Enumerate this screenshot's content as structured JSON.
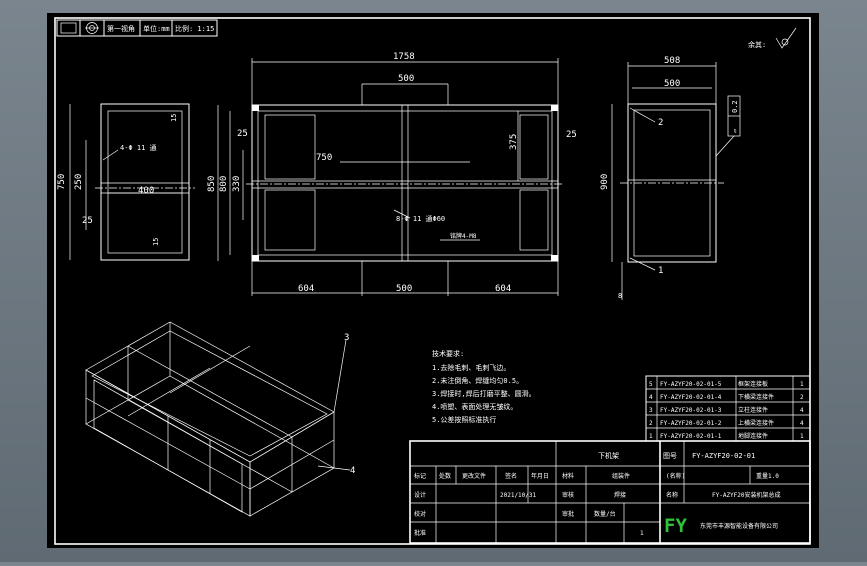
{
  "header_box": {
    "view_label": "第一视角",
    "unit_label": "单位:mm",
    "scale_label": "比例: 1:15"
  },
  "roughness_label": "余其:",
  "front_view": {
    "overall_width": "1758",
    "center_span_top": "500",
    "inner_dim_750": "750",
    "dim_375": "375",
    "left_25": "25",
    "right_25": "25",
    "height_850": "850",
    "height_800": "800",
    "height_330": "330",
    "bottom_604_left": "604",
    "bottom_500": "500",
    "bottom_604_right": "604",
    "hole_note": "8-Φ 11 通Φ60",
    "tag_note": "铭牌4-M8"
  },
  "left_view": {
    "height_750": "750",
    "height_250": "250",
    "width_400": "400",
    "dim_25": "25",
    "dim_15_top": "15",
    "dim_15_bottom": "15",
    "hole_note": "4-Φ 11 通"
  },
  "side_view": {
    "width_508": "508",
    "width_500": "500",
    "height_900": "900",
    "dim_8": "8",
    "balloon_2": "2",
    "balloon_1": "1",
    "flatness_symbol": "▱",
    "flatness_value": "0.2"
  },
  "iso_view": {
    "balloon_3": "3",
    "balloon_4": "4"
  },
  "tech_req": {
    "title": "技术要求:",
    "items": [
      "1.去除毛刺、毛刺飞边。",
      "2.未注倒角、焊缝均匀0.5。",
      "3.焊接时,焊后打磨平整、圆滑。",
      "4.喷塑、表面处理无皱纹。",
      "5.公差按照标准执行"
    ]
  },
  "bom": {
    "rows": [
      {
        "no": "5",
        "code": "FY-AZYF20-02-01-5",
        "name": "框架连接板",
        "qty": "1"
      },
      {
        "no": "4",
        "code": "FY-AZYF20-02-01-4",
        "name": "下横梁连接件",
        "qty": "2"
      },
      {
        "no": "3",
        "code": "FY-AZYF20-02-01-3",
        "name": "立柱连接件",
        "qty": "4"
      },
      {
        "no": "2",
        "code": "FY-AZYF20-02-01-2",
        "name": "上横梁连接件",
        "qty": "4"
      },
      {
        "no": "1",
        "code": "FY-AZYF20-02-01-1",
        "name": "地脚连接件",
        "qty": "1"
      }
    ]
  },
  "title_block": {
    "header_label": "下机架",
    "drawing_no_label": "图号",
    "drawing_no": "FY-AZYF20-02-01",
    "mark_label": "标记",
    "count_label": "处数",
    "change_label": "更改文件",
    "sign_label": "签名",
    "date_label": "年月日",
    "material_label": "材料",
    "part_label": "组装件",
    "design_label": "设计",
    "date_value": "2021/10/31",
    "review_label": "审核",
    "process_label": "焊接",
    "check_label": "校对",
    "approve_label": "审批",
    "qty_label": "数量/台",
    "qty_value": "1",
    "name_label": "(名称)",
    "weight_label": "重量1.0",
    "product_name": "FY-AZYF20安装机架总成",
    "logo": "FY",
    "company": "东莞市丰源智能设备有限公司"
  }
}
